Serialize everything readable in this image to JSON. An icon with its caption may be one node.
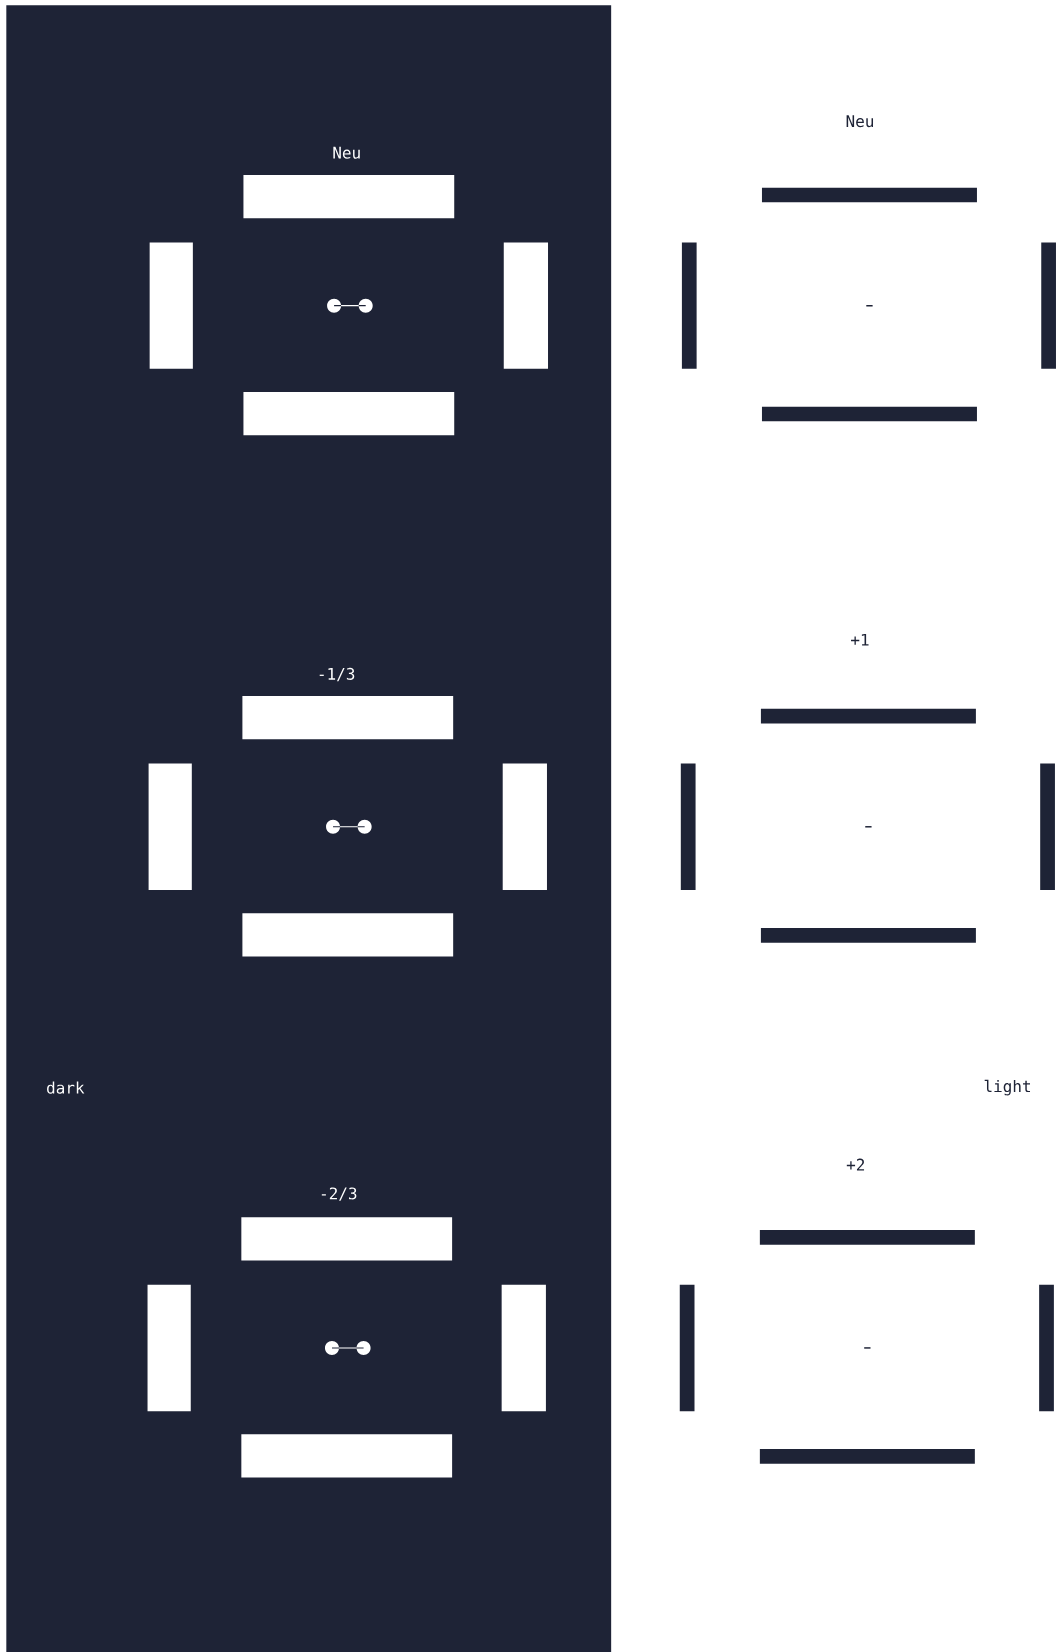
{
  "diagram": {
    "labels": [
      "Neu",
      "Neu",
      "+1",
      "-1/3",
      "dark",
      "light",
      "+2",
      "-2/3"
    ]
  }
}
